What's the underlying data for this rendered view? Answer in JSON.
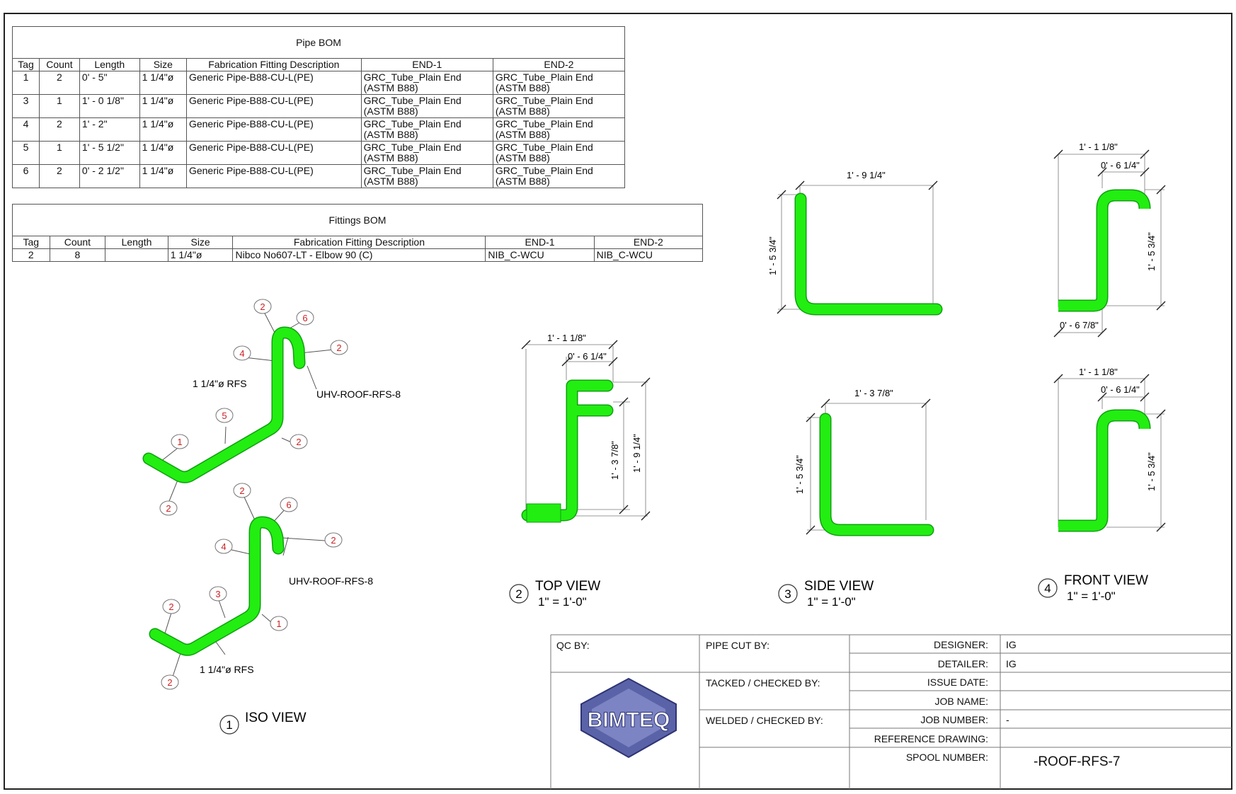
{
  "pipe_bom": {
    "title": "Pipe BOM",
    "columns": [
      "Tag",
      "Count",
      "Length",
      "Size",
      "Fabrication Fitting Description",
      "END-1",
      "END-2"
    ],
    "rows": [
      {
        "tag": "1",
        "count": "2",
        "length": "0' - 5\"",
        "size": "1 1/4\"ø",
        "desc": "Generic Pipe-B88-CU-L(PE)",
        "end1a": "GRC_Tube_Plain End",
        "end1b": "(ASTM B88)",
        "end2a": "GRC_Tube_Plain End",
        "end2b": "(ASTM B88)"
      },
      {
        "tag": "3",
        "count": "1",
        "length": "1' - 0 1/8\"",
        "size": "1 1/4\"ø",
        "desc": "Generic Pipe-B88-CU-L(PE)",
        "end1a": "GRC_Tube_Plain End",
        "end1b": "(ASTM B88)",
        "end2a": "GRC_Tube_Plain End",
        "end2b": "(ASTM B88)"
      },
      {
        "tag": "4",
        "count": "2",
        "length": "1' - 2\"",
        "size": "1 1/4\"ø",
        "desc": "Generic Pipe-B88-CU-L(PE)",
        "end1a": "GRC_Tube_Plain End",
        "end1b": "(ASTM B88)",
        "end2a": "GRC_Tube_Plain End",
        "end2b": "(ASTM B88)"
      },
      {
        "tag": "5",
        "count": "1",
        "length": "1' - 5 1/2\"",
        "size": "1 1/4\"ø",
        "desc": "Generic Pipe-B88-CU-L(PE)",
        "end1a": "GRC_Tube_Plain End",
        "end1b": "(ASTM B88)",
        "end2a": "GRC_Tube_Plain End",
        "end2b": "(ASTM B88)"
      },
      {
        "tag": "6",
        "count": "2",
        "length": "0' - 2 1/2\"",
        "size": "1 1/4\"ø",
        "desc": "Generic Pipe-B88-CU-L(PE)",
        "end1a": "GRC_Tube_Plain End",
        "end1b": "(ASTM B88)",
        "end2a": "GRC_Tube_Plain End",
        "end2b": "(ASTM B88)"
      }
    ]
  },
  "fittings_bom": {
    "title": "Fittings BOM",
    "columns": [
      "Tag",
      "Count",
      "Length",
      "Size",
      "Fabrication Fitting Description",
      "END-1",
      "END-2"
    ],
    "rows": [
      {
        "tag": "2",
        "count": "8",
        "length": "",
        "size": "1 1/4\"ø",
        "desc": "Nibco No607-LT - Elbow 90 (C)",
        "end1": "NIB_C-WCU",
        "end2": "NIB_C-WCU"
      }
    ]
  },
  "iso": {
    "tags_top": [
      "2",
      "6",
      "2",
      "4",
      "5",
      "2",
      "1",
      "2"
    ],
    "tags_bottom": [
      "2",
      "6",
      "2",
      "4",
      "3",
      "1",
      "2",
      "2"
    ],
    "label_rfs": "1 1/4\"ø  RFS",
    "label_spool": "UHV-ROOF-RFS-8",
    "view_num": "1",
    "view_name": "ISO VIEW"
  },
  "top_view": {
    "dim_a": "1' - 1 1/8\"",
    "dim_b": "0' - 6 1/4\"",
    "dim_c": "1' - 3 7/8\"",
    "dim_d": "1' - 9 1/4\"",
    "view_num": "2",
    "view_name": "TOP VIEW",
    "scale": "1\" = 1'-0\""
  },
  "side_view_upper": {
    "dim_w": "1' - 9 1/4\"",
    "dim_h": "1' - 5 3/4\""
  },
  "side_view": {
    "dim_w": "1' - 3 7/8\"",
    "dim_h": "1' - 5 3/4\"",
    "view_num": "3",
    "view_name": "SIDE VIEW",
    "scale": "1\" = 1'-0\""
  },
  "front_view_upper": {
    "dim_a": "1' - 1 1/8\"",
    "dim_b": "0' - 6 1/4\"",
    "dim_h": "1' - 5 3/4\"",
    "dim_c": "0' - 6 7/8\""
  },
  "front_view": {
    "dim_a": "1' - 1 1/8\"",
    "dim_b": "0' - 6 1/4\"",
    "dim_h": "1' - 5 3/4\"",
    "view_num": "4",
    "view_name": "FRONT VIEW",
    "scale": "1\" = 1'-0\""
  },
  "title_block": {
    "qc_by": "QC BY:",
    "pipe_cut_by": "PIPE CUT BY:",
    "tacked": "TACKED / CHECKED BY:",
    "welded": "WELDED / CHECKED BY:",
    "designer_label": "DESIGNER:",
    "designer": "IG",
    "detailer_label": "DETAILER:",
    "detailer": "IG",
    "issue_date_label": "ISSUE DATE:",
    "issue_date": "",
    "job_name_label": "JOB NAME:",
    "job_name": "",
    "job_number_label": "JOB NUMBER:",
    "job_number": "-",
    "reference_label": "REFERENCE DRAWING:",
    "reference": "",
    "spool_label": "SPOOL NUMBER:",
    "spool": "-ROOF-RFS-7",
    "logo_text": "BIMTEQ"
  },
  "colors": {
    "pipe": "#22ee11",
    "pipe_edge": "#0fa00f",
    "tag_circle": "#cc2222",
    "line": "#333333"
  }
}
